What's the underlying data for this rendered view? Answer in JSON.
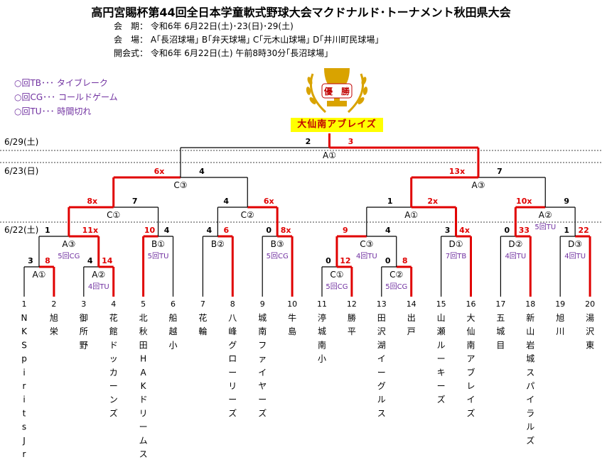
{
  "title": "高円宮賜杯第44回全日本学童軟式野球大会マクドナルド･トーナメント秋田県大会",
  "info": [
    "会　期：  令和6年 6月22日(土)･23(日)･29(土)",
    "会　場：  A｢長沼球場｣ B｢弁天球場｣ C｢元木山球場｣ D｢井川町民球場｣",
    "開会式：  令和6年 6月22日(土) 午前8時30分｢長沼球場｣"
  ],
  "legend": [
    "○回TB･･･ タイブレーク",
    "○回CG･･･ コールドゲーム",
    "○回TU･･･ 時間切れ"
  ],
  "trophy_badge": "優　勝",
  "champion": "大仙南アブレイズ",
  "dates": [
    "6/29(土)",
    "6/23(日)",
    "6/22(土)"
  ],
  "teams": [
    {
      "no": "1",
      "name": "NKSpiritsJr"
    },
    {
      "no": "2",
      "name": "旭栄"
    },
    {
      "no": "3",
      "name": "御所野"
    },
    {
      "no": "4",
      "name": "花館ドッカーンズ"
    },
    {
      "no": "5",
      "name": "北秋田HAKドリームス"
    },
    {
      "no": "6",
      "name": "船越小"
    },
    {
      "no": "7",
      "name": "花輪"
    },
    {
      "no": "8",
      "name": "八峰グローリーズ"
    },
    {
      "no": "9",
      "name": "城南ファイヤーズ"
    },
    {
      "no": "10",
      "name": "牛島"
    },
    {
      "no": "11",
      "name": "渟城南小"
    },
    {
      "no": "12",
      "name": "勝平"
    },
    {
      "no": "13",
      "name": "田沢湖イーグルス"
    },
    {
      "no": "14",
      "name": "出戸"
    },
    {
      "no": "15",
      "name": "山瀬ルーキーズ"
    },
    {
      "no": "16",
      "name": "大仙南アブレイズ"
    },
    {
      "no": "17",
      "name": "五城目"
    },
    {
      "no": "18",
      "name": "新山岩城スパイラルズ"
    },
    {
      "no": "19",
      "name": "旭川"
    },
    {
      "no": "20",
      "name": "湯沢東"
    }
  ],
  "games": [
    {
      "label": "A①",
      "note": "",
      "ls": "3",
      "rs": "8",
      "winner": "right"
    },
    {
      "label": "A②",
      "note": "4回TU",
      "ls": "4",
      "rs": "14",
      "winner": "right"
    },
    {
      "label": "C①",
      "note": "5回CG",
      "ls": "0",
      "rs": "12",
      "winner": "right"
    },
    {
      "label": "C②",
      "note": "5回CG",
      "ls": "0",
      "rs": "8",
      "winner": "right"
    },
    {
      "label": "A③",
      "note": "5回CG",
      "ls": "1",
      "rs": "11x",
      "winner": "right"
    },
    {
      "label": "B①",
      "note": "5回TU",
      "ls": "10",
      "rs": "4",
      "winner": "left"
    },
    {
      "label": "B②",
      "note": "",
      "ls": "4",
      "rs": "6",
      "winner": "right"
    },
    {
      "label": "B③",
      "note": "5回CG",
      "ls": "0",
      "rs": "8x",
      "winner": "right"
    },
    {
      "label": "C③",
      "note": "4回TU",
      "ls": "9",
      "rs": "4",
      "winner": "left"
    },
    {
      "label": "D①",
      "note": "7回TB",
      "ls": "3",
      "rs": "4x",
      "winner": "right"
    },
    {
      "label": "D②",
      "note": "4回TU",
      "ls": "0",
      "rs": "33",
      "winner": "right"
    },
    {
      "label": "D③",
      "note": "4回TU",
      "ls": "1",
      "rs": "22",
      "winner": "right"
    },
    {
      "label": "C①",
      "note": "",
      "ls": "8x",
      "rs": "7",
      "winner": "left"
    },
    {
      "label": "C②",
      "note": "",
      "ls": "4",
      "rs": "6x",
      "winner": "right"
    },
    {
      "label": "A①",
      "note": "",
      "ls": "1",
      "rs": "2x",
      "winner": "right"
    },
    {
      "label": "A②",
      "note": "5回TU",
      "ls": "10x",
      "rs": "9",
      "winner": "left"
    },
    {
      "label": "C③",
      "note": "",
      "ls": "6x",
      "rs": "4",
      "winner": "left"
    },
    {
      "label": "A③",
      "note": "",
      "ls": "13x",
      "rs": "7",
      "winner": "left"
    },
    {
      "label": "A①",
      "note": "",
      "ls": "2",
      "rs": "3",
      "winner": "right"
    }
  ],
  "colors": {
    "win": "#e00000",
    "line": "#000000",
    "note": "#7030a0",
    "highlight": "#ffff00",
    "gold": "#d9a300"
  }
}
